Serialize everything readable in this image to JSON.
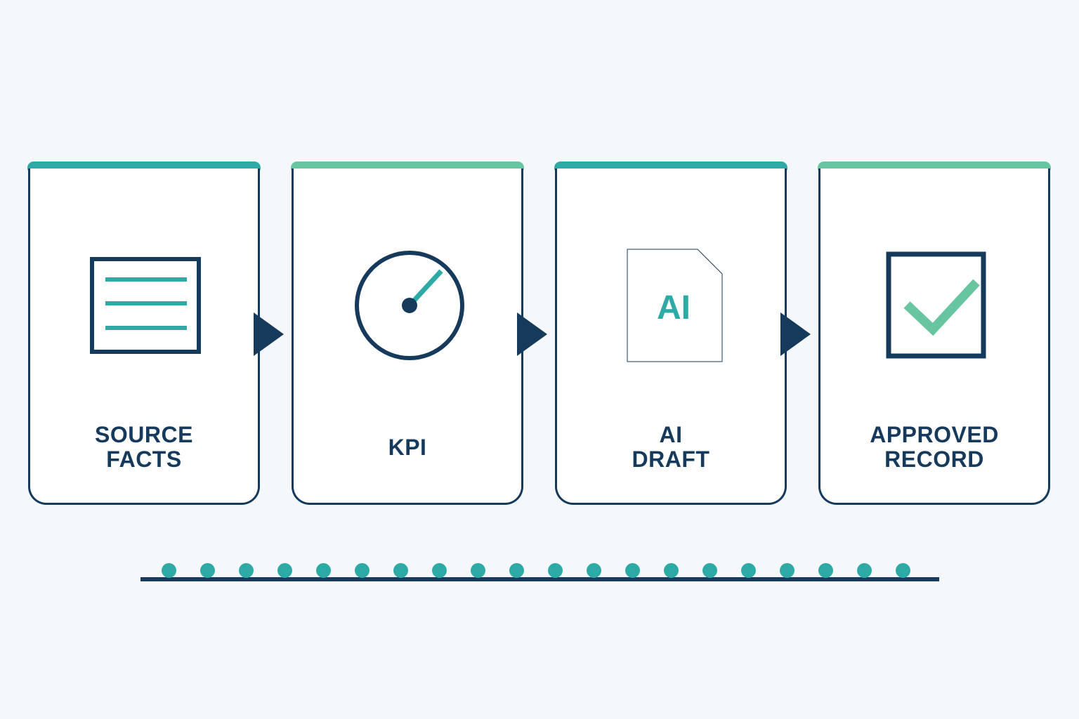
{
  "colors": {
    "background": "#f4f8fb",
    "navy": "#163a5c",
    "teal": "#2eaaa6",
    "green": "#67c5a0",
    "card_fill": "#ffffff"
  },
  "steps": [
    {
      "label_line1": "SOURCE",
      "label_line2": "FACTS",
      "icon": "document-lines-icon",
      "accent": "teal"
    },
    {
      "label_line1": "KPI",
      "label_line2": "",
      "icon": "gauge-icon",
      "accent": "green"
    },
    {
      "label_line1": "AI",
      "label_line2": "DRAFT",
      "icon": "ai-document-icon",
      "accent": "teal"
    },
    {
      "label_line1": "APPROVED",
      "label_line2": "RECORD",
      "icon": "checkbox-icon",
      "accent": "green"
    }
  ],
  "ai_icon_text": "AI",
  "timeline": {
    "dot_count": 20
  }
}
